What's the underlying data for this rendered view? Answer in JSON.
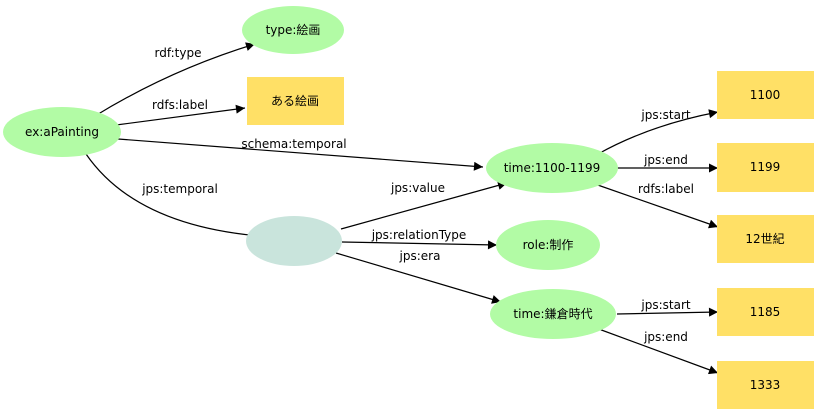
{
  "colors": {
    "uri_node": "#b2fba5",
    "literal_node": "#ffe066",
    "blank_node": "#c9e4dc",
    "edge": "#000000"
  },
  "nodes": {
    "painting": "ex:aPainting",
    "type": "type:絵画",
    "label_literal": "ある絵画",
    "blank": "",
    "time_1100_1199": "time:1100-1199",
    "role": "role:制作",
    "time_kamakura": "time:鎌倉時代",
    "lit_1100": "1100",
    "lit_1199": "1199",
    "lit_12c": "12世紀",
    "lit_1185": "1185",
    "lit_1333": "1333"
  },
  "edges": {
    "rdf_type": "rdf:type",
    "rdfs_label": "rdfs:label",
    "schema_temporal": "schema:temporal",
    "jps_temporal": "jps:temporal",
    "jps_value": "jps:value",
    "jps_relationType": "jps:relationType",
    "jps_era": "jps:era",
    "jps_start_1": "jps:start",
    "jps_end_1": "jps:end",
    "rdfs_label_2": "rdfs:label",
    "jps_start_2": "jps:start",
    "jps_end_2": "jps:end"
  }
}
